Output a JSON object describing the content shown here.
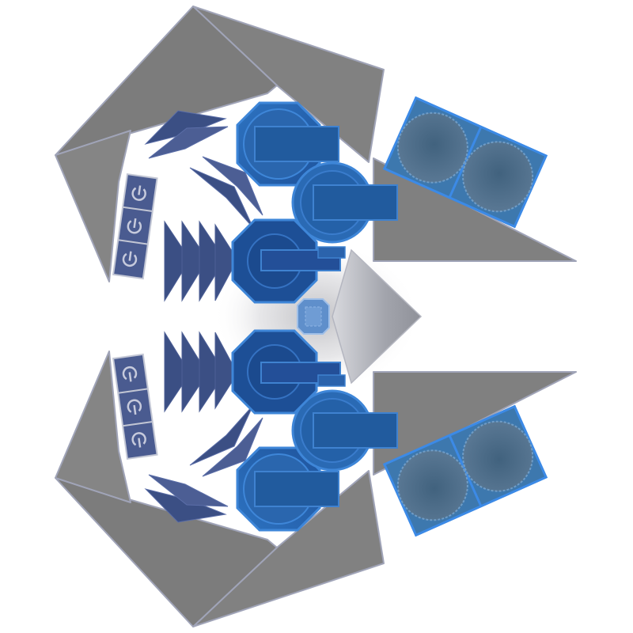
{
  "sprite": {
    "name": "ship-top-down",
    "symmetry": "mirror-horizontal-axis",
    "colors": {
      "background": "#ffffff",
      "hull": "#818181",
      "hull_stroke": "#a0a4b8",
      "cone": "#9a9ca4",
      "glow": "#c8c8cc",
      "turret_fill": "#2a6ab4",
      "turret_dark": "#1d4f96",
      "turret_stroke": "#3e86d8",
      "barrel_fill": "#215b9e",
      "barrel_stroke": "#3f82d0",
      "armor_fin": "#3b4f84",
      "armor_fin_light": "#4c5e94",
      "pod_fill": "#3d78ae",
      "pod_circle": "#4d6a84",
      "pod_stroke": "#3c8ae6",
      "chip_fill": "#4a5b90",
      "chip_stroke": "#c2c6d4",
      "chip_icon": "#c6cadc",
      "core_fill": "#5f8fcb",
      "core_stroke": "#9fbfe8"
    },
    "icons": [
      "power-icon",
      "power-icon",
      "power-icon"
    ],
    "parts": {
      "turrets_per_side": 3,
      "cannon_pods_per_side": 1,
      "fin_stacks_per_side": 1,
      "power_panels_per_side": 1
    }
  }
}
